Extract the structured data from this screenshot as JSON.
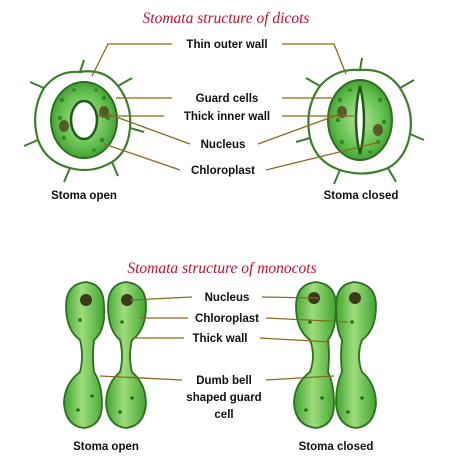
{
  "dicots": {
    "title": "Stomata structure of dicots",
    "labels": {
      "thin_outer_wall": "Thin outer wall",
      "guard_cells": "Guard cells",
      "thick_inner_wall": "Thick inner wall",
      "nucleus": "Nucleus",
      "chloroplast": "Chloroplast",
      "stoma_open": "Stoma open",
      "stoma_closed": "Stoma closed"
    }
  },
  "monocots": {
    "title": "Stomata structure of monocots",
    "labels": {
      "nucleus": "Nucleus",
      "chloroplast": "Chloroplast",
      "thick_wall": "Thick wall",
      "dumb_bell_line1": "Dumb bell",
      "dumb_bell_line2": "shaped guard",
      "dumb_bell_line3": "cell",
      "stoma_open": "Stoma open",
      "stoma_closed": "Stoma closed"
    }
  },
  "colors": {
    "title_red": "#c8102e",
    "cell_outline": "#3a7d2c",
    "guard_cell_fill": "#63c04e",
    "guard_cell_light": "#b7e59a",
    "leader_line": "#8a6a1c"
  }
}
